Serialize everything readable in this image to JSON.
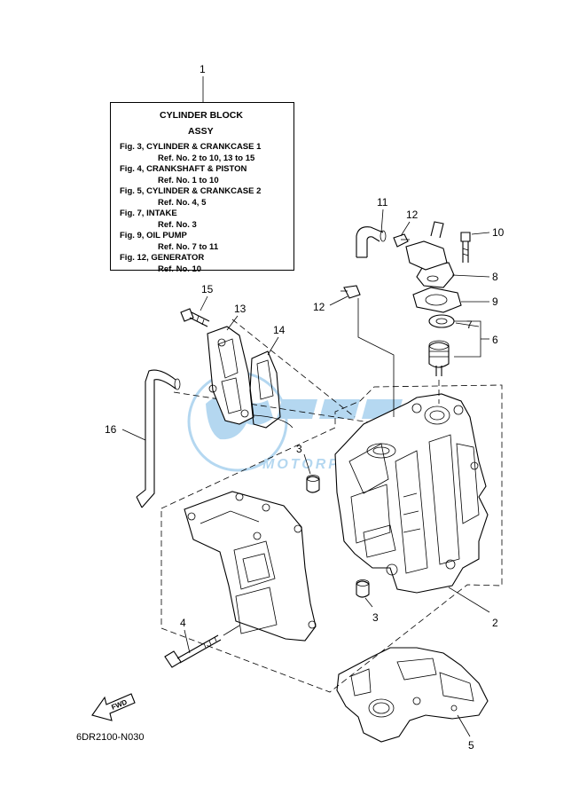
{
  "reference_box": {
    "title": "CYLINDER BLOCK",
    "subtitle": "ASSY",
    "lines": [
      "Fig. 3, CYLINDER & CRANKCASE 1",
      "Ref. No. 2 to 10, 13 to 15",
      "Fig. 4, CRANKSHAFT & PISTON",
      "Ref. No. 1 to 10",
      "Fig. 5, CYLINDER & CRANKCASE 2",
      "Ref. No. 4, 5",
      "Fig. 7, INTAKE",
      "Ref. No. 3",
      "Fig. 9, OIL PUMP",
      "Ref. No. 7 to 11",
      "Fig. 12, GENERATOR",
      "Ref. No. 10"
    ]
  },
  "callouts": {
    "c1": "1",
    "c2": "2",
    "c3a": "3",
    "c3b": "3",
    "c4": "4",
    "c5": "5",
    "c6": "6",
    "c7": "7",
    "c8": "8",
    "c9": "9",
    "c10": "10",
    "c11": "11",
    "c12a": "12",
    "c12b": "12",
    "c13": "13",
    "c14": "14",
    "c15": "15",
    "c16": "16"
  },
  "fwd_label": "FWD",
  "diagram_code": "6DR2100-N030",
  "watermark": {
    "text": "MOTORPARTS",
    "logo_letters": "GSM",
    "color": "#2b8fd6"
  }
}
